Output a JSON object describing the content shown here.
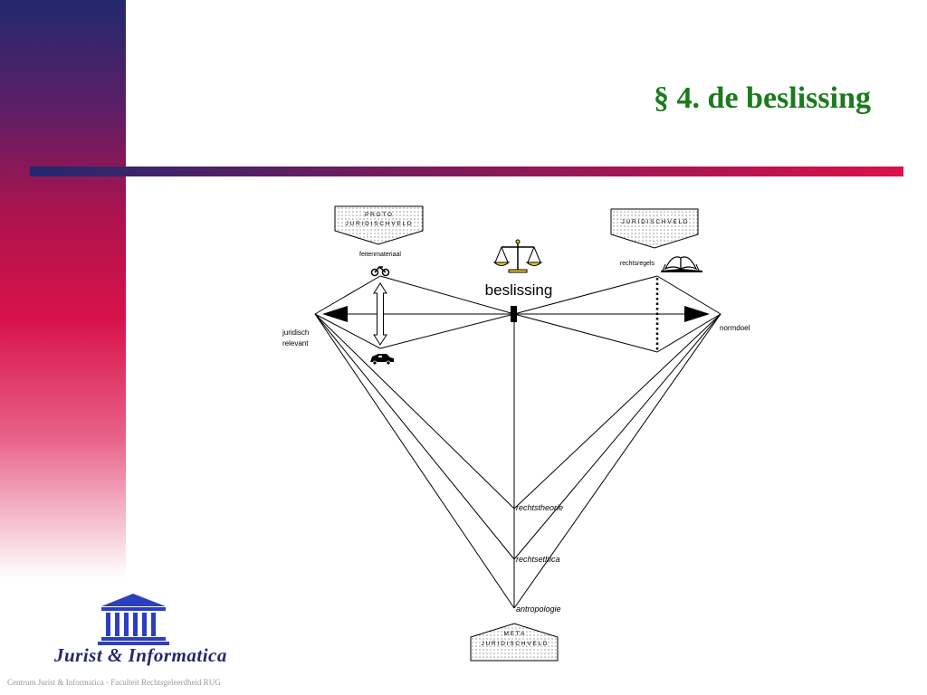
{
  "slide": {
    "title": "§ 4. de beslissing",
    "footer": "Centrum Jurist & Informatica - Faculteit Rechtsgeleerdheid RUG",
    "logo_text": "Jurist & Informatica"
  },
  "diagram": {
    "boxes": {
      "proto": [
        "P R O T O",
        "J U R I D I S C H   V E L D"
      ],
      "juridisch": [
        "J U R I D I S C H   V E L D"
      ],
      "meta": [
        "M E T A",
        "J U R I D I S C H   V E L D"
      ]
    },
    "labels": {
      "feitenmateriaal": "feitenmateriaal",
      "rechtsregels": "rechtsregels",
      "beslissing": "beslissing",
      "juridisch_relevant": [
        "juridisch",
        "relevant"
      ],
      "normdoel": "normdoel",
      "rechtstheorie": "rechtstheorie",
      "rechtsethica": "rechtsethica",
      "antropologie": "antropologie"
    }
  },
  "colors": {
    "title": "#1b7a1b",
    "band_top": "#23286e",
    "band_mid": "#d8124a",
    "logo": "#23286e"
  },
  "icons": {
    "scales": "scales-icon",
    "book": "open-book-icon",
    "bicycle": "bicycle-icon",
    "car": "car-icon",
    "logo": "temple-icon"
  }
}
